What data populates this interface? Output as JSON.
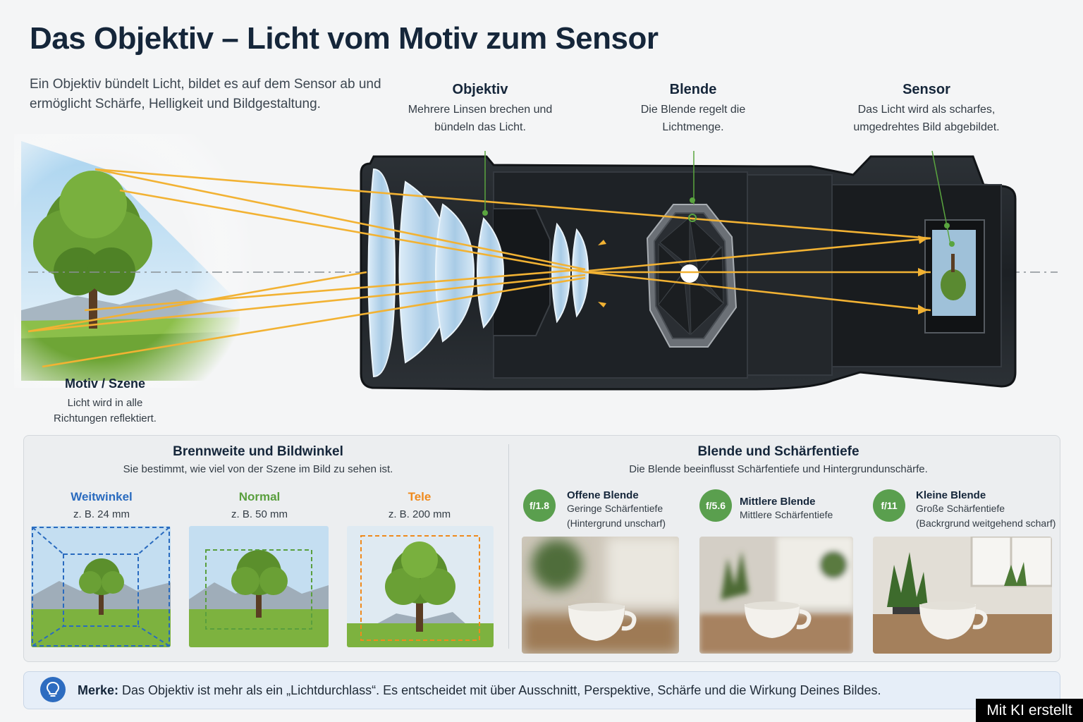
{
  "title": "Das Objektiv – Licht vom Motiv zum Sensor",
  "intro": "Ein Objektiv bündelt Licht, bildet es auf dem Sensor ab und ermöglicht Schärfe, Helligkeit und Bildgestaltung.",
  "labels": {
    "objektiv": {
      "heading": "Objektiv",
      "line1": "Mehrere Linsen brechen und",
      "line2": "bündeln das Licht."
    },
    "blende": {
      "heading": "Blende",
      "line1": "Die Blende regelt die",
      "line2": "Lichtmenge."
    },
    "sensor": {
      "heading": "Sensor",
      "line1": "Das Licht wird als scharfes,",
      "line2": "umgedrehtes Bild abgebildet."
    },
    "motiv": {
      "heading": "Motiv / Szene",
      "line1": "Licht wird in alle",
      "line2": "Richtungen reflektiert."
    }
  },
  "focal": {
    "heading": "Brennweite und Bildwinkel",
    "subtitle": "Sie bestimmt, wie viel von der Szene im Bild zu sehen ist.",
    "items": [
      {
        "name": "Weitwinkel",
        "value": "z. B. 24 mm",
        "color": "#2a6bbf"
      },
      {
        "name": "Normal",
        "value": "z. B. 50 mm",
        "color": "#5a9f3e"
      },
      {
        "name": "Tele",
        "value": "z. B. 200 mm",
        "color": "#ef8a1d"
      }
    ]
  },
  "aperture": {
    "heading": "Blende und Schärfentiefe",
    "subtitle": "Die Blende beeinflusst Schärfentiefe und Hintergrundunschärfe.",
    "items": [
      {
        "badge": "f/1.8",
        "title": "Offene Blende",
        "line1": "Geringe Schärfentiefe",
        "line2": "(Hintergrund unscharf)"
      },
      {
        "badge": "f/5.6",
        "title": "Mittlere Blende",
        "line1": "Mittlere Schärfentiefe",
        "line2": ""
      },
      {
        "badge": "f/11",
        "title": "Kleine Blende",
        "line1": "Große Schärfentiefe",
        "line2": "(Backrgrund weitgehend scharf)"
      }
    ]
  },
  "merke": {
    "label": "Merke:",
    "text": " Das Objektiv ist mehr als ein „Lichtdurchlass“. Es entscheidet mit über Ausschnitt, Perspektive, Schärfe und die Wirkung Deines Bildes."
  },
  "badge_ki": "Mit KI erstellt",
  "colors": {
    "ray": "#f2b233",
    "lens_body": "#24282c",
    "glass": "#bcd8ee",
    "green_badge": "#5a9f4e",
    "title": "#15263a"
  }
}
